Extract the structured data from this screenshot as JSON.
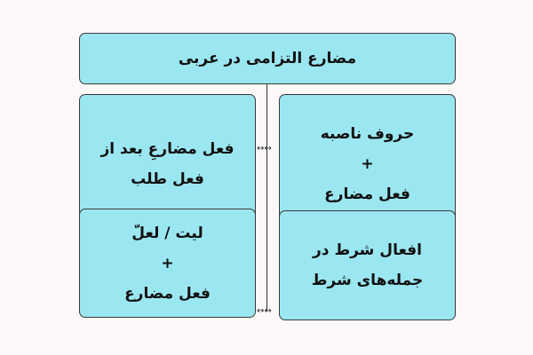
{
  "diagram": {
    "title": "مضارع التزامی در عربی",
    "boxes": [
      {
        "id": "top-right",
        "lines": [
          "حروف ناصبه",
          "+",
          "فعل مضارع"
        ]
      },
      {
        "id": "top-left",
        "lines": [
          "فعل مضارعِ بعد از",
          "فعل طلب"
        ]
      },
      {
        "id": "bottom-right",
        "lines": [
          "افعال شرط در",
          "جمله‌های شرط"
        ]
      },
      {
        "id": "bottom-left",
        "lines": [
          "لیت / لعلّ",
          "+",
          "فعل مضارع"
        ]
      }
    ],
    "connector_symbol": "↔"
  },
  "colors": {
    "box_fill": "#9be7f1",
    "border": "#3a3a3a",
    "background": "#fbf8f7"
  }
}
